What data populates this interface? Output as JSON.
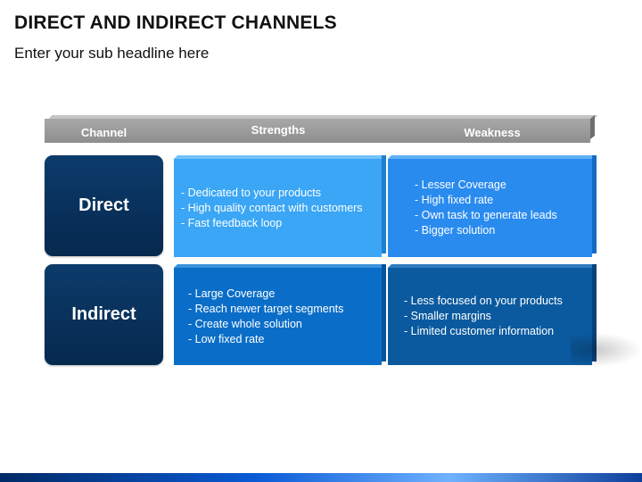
{
  "slide": {
    "title": "DIRECT AND INDIRECT CHANNELS",
    "subtitle": "Enter your sub headline here"
  },
  "table": {
    "headers": [
      "Channel",
      "Strengths",
      "Weakness"
    ],
    "rows": [
      {
        "channel": "Direct",
        "strengths": [
          "- Dedicated to your products",
          "- High quality contact with customers",
          "- Fast feedback loop"
        ],
        "weakness": [
          "- Lesser Coverage",
          "- High fixed rate",
          "- Own task to generate leads",
          "- Bigger solution"
        ]
      },
      {
        "channel": "Indirect",
        "strengths": [
          "- Large Coverage",
          "- Reach newer target segments",
          "- Create whole solution",
          "- Low fixed rate"
        ],
        "weakness": [
          "- Less focused on your products",
          "- Smaller margins",
          "- Limited customer information"
        ]
      }
    ]
  },
  "colors": {
    "row_label": "#0a3560",
    "direct_strengths": "#3aa6f5",
    "direct_weakness": "#2a8bef",
    "indirect_strengths": "#0a6ec8",
    "indirect_weakness": "#0b5a9f",
    "header_bar": "#9a9a9a"
  }
}
